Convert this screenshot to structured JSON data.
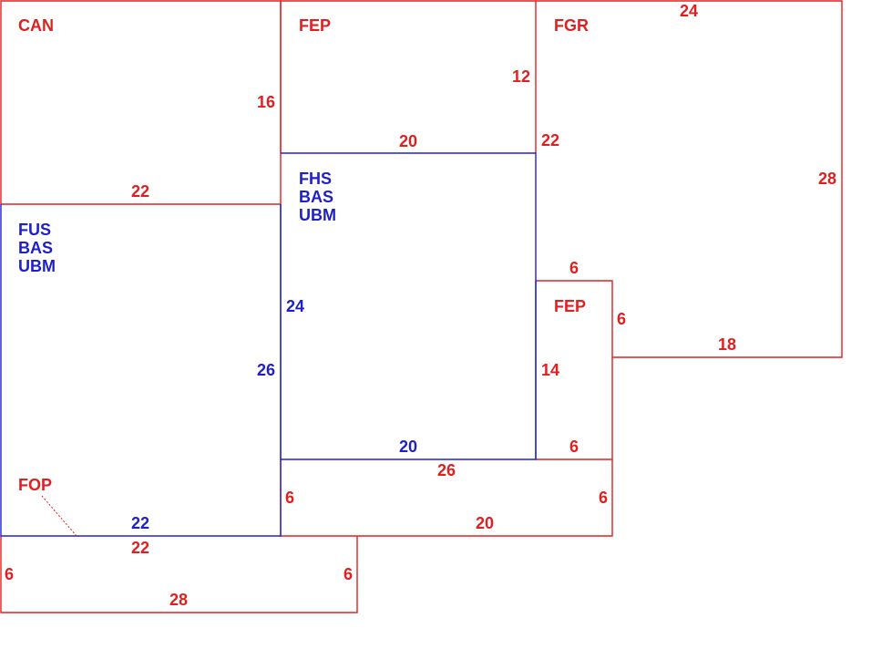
{
  "colors": {
    "red": "#e02020",
    "blue": "#2020c8"
  },
  "areas": {
    "can": {
      "code": "CAN"
    },
    "fep_top": {
      "code": "FEP"
    },
    "fgr": {
      "code": "FGR"
    },
    "fhs": {
      "lines": [
        "FHS",
        "BAS",
        "UBM"
      ]
    },
    "fus": {
      "lines": [
        "FUS",
        "BAS",
        "UBM"
      ]
    },
    "fep_small": {
      "code": "FEP"
    },
    "fop": {
      "code": "FOP"
    }
  },
  "dimensions": {
    "can_right": "16",
    "can_bottom": "22",
    "fep_top_right": "12",
    "fep_top_bottom": "20",
    "fgr_top": "24",
    "fgr_left": "22",
    "fgr_right": "28",
    "fgr_bottom": "18",
    "fgr_step": "6",
    "fhs_left": "24",
    "fhs_bottom": "20",
    "fus_right": "26",
    "fus_bottom": "22",
    "fep_small_top": "6",
    "fep_small_left": "14",
    "fep_small_bottom": "6",
    "lower_top": "26",
    "lower_left": "6",
    "lower_right": "6",
    "lower_step": "20",
    "fop_top": "22",
    "fop_left": "6",
    "fop_right": "6",
    "fop_bottom": "28"
  }
}
